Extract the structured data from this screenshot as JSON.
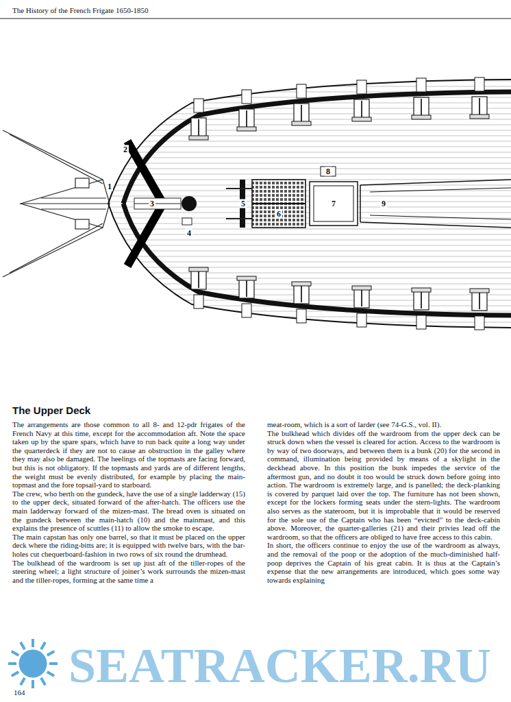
{
  "diagram": {
    "title": "The Upper Deck",
    "labels": [
      "The History of the French Frigate 1650-1850",
      "1",
      "2",
      "3",
      "4",
      "5",
      "6",
      "7",
      "8",
      "9",
      "164",
      "SEATRACKER.RU",
      "The arrangements are those common to all 8- and 12-pdr frigates of the French Navy at this time, except for the accommodation aft. Note the space taken up by the spare spars, which have to run back quite a long way under the quarterdeck if they are not to cause an obstruction in the galley where they may also be damaged. The heelings of the topmasts are facing forward, but this is not obligatory. If the topmasts and yards are of different lengths, the weight must be evenly distributed, for example by placing the main-topmast and the fore topsail-yard to starboard.",
      "The crew, who berth on the gundeck, have the use of a single ladderway (15) to the upper deck, situated forward of the after-hatch. The officers use the main ladderway forward of the mizen-mast. The bread oven is situated on the gundeck between the main-hatch (10) and the mainmast, and this explains the presence of scuttles (11) to allow the smoke to escape.",
      "The main capstan has only one barrel, so that it must be placed on the upper deck where the riding-bitts are; it is equipped with twelve bars, with the bar-holes cut chequerboard-fashion in two rows of six round the drumhead.",
      "The bulkhead of the wardroom is set up just aft of the tiller-ropes of the steering wheel; a light structure of joiner’s work surrounds the mizen-mast and the tiller-ropes, forming at the same time a",
      "meat-room, which is a sort of larder (see 74-G.S., vol. II).",
      "The bulkhead which divides off the wardroom from the upper deck can be struck down when the vessel is cleared for action. Access to the wardroom is by way of two doorways, and between them is a bunk (20) for the second in command, illumination being provided by means of a skylight in the deckhead above. In this position the bunk impedes the service of the aftermost gun, and no doubt it too would be struck down before going into action. The wardroom is extremely large, and is panelled; the deck-planking is covered by parquet laid over the top. The furniture has not been shown, except for the lockers forming seats under the stern-lights. The wardroom also serves as the stateroom, but it is improbable that it would be reserved for the sole use of the Captain who has been “evicted” to the deck-cabin above. Moreover, the quarter-galleries (21) and their privies lead off the wardroom, so that the officers are obliged to have free access to this cabin.",
      "In short, the officers continue to enjoy the use of the wardroom as always, and the removal of the poop or the adoption of the much-diminished half-poop deprives the Captain of his great cabin. It is thus at the Captain’s expense that the new arrangements are introduced, which goes some way towards explaining"
    ]
  }
}
